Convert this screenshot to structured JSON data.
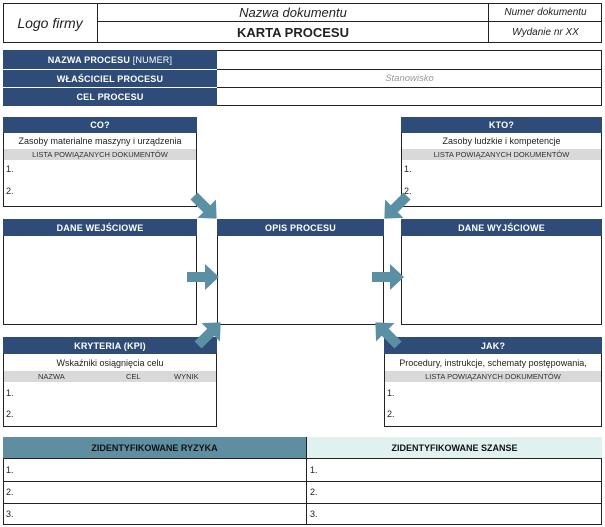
{
  "header": {
    "logo": "Logo firmy",
    "doc_name": "Nazwa dokumentu",
    "card_title": "KARTA PROCESU",
    "doc_number": "Numer dokumentu",
    "edition": "Wydanie nr XX"
  },
  "process": {
    "name_label": "NAZWA PROCESU",
    "name_suffix": "[NUMER]",
    "owner_label": "WŁAŚCICIEL PROCESU",
    "owner_value": "Stanowisko",
    "goal_label": "CEL PROCESU"
  },
  "co": {
    "title": "CO?",
    "subtitle": "Zasoby materialne maszyny i urządzenia",
    "list_header": "LISTA POWIĄZANYCH DOKUMENTÓW",
    "items": [
      "1.",
      "2."
    ]
  },
  "kto": {
    "title": "KTO?",
    "subtitle": "Zasoby ludzkie i kompetencje",
    "list_header": "LISTA POWIĄZANYCH DOKUMENTÓW",
    "items": [
      "1.",
      "2."
    ]
  },
  "inputs": {
    "title": "DANE WEJŚCIOWE"
  },
  "description": {
    "title": "OPIS PROCESU"
  },
  "outputs": {
    "title": "DANE WYJŚCIOWE"
  },
  "kpi": {
    "title": "KRYTERIA (KPI)",
    "subtitle": "Wskaźniki osiągnięcia celu",
    "col_name": "NAZWA",
    "col_target": "CEL",
    "col_result": "WYNIK",
    "items": [
      "1.",
      "2."
    ]
  },
  "jak": {
    "title": "JAK?",
    "subtitle": "Procedury, instrukcje, schematy postępowania,",
    "list_header": "LISTA POWIĄZANYCH DOKUMENTÓW",
    "items": [
      "1.",
      "2."
    ]
  },
  "risks": {
    "title": "ZIDENTYFIKOWANE RYZYKA",
    "items": [
      "1.",
      "2.",
      "3."
    ]
  },
  "opportunities": {
    "title": "ZIDENTYFIKOWANE SZANSE",
    "items": [
      "1.",
      "2.",
      "3."
    ]
  },
  "colors": {
    "navy": "#2f4b77",
    "arrow": "#5b8fa3",
    "risk_header": "#5f8ea1",
    "opportunity_header": "#dff2f0"
  }
}
